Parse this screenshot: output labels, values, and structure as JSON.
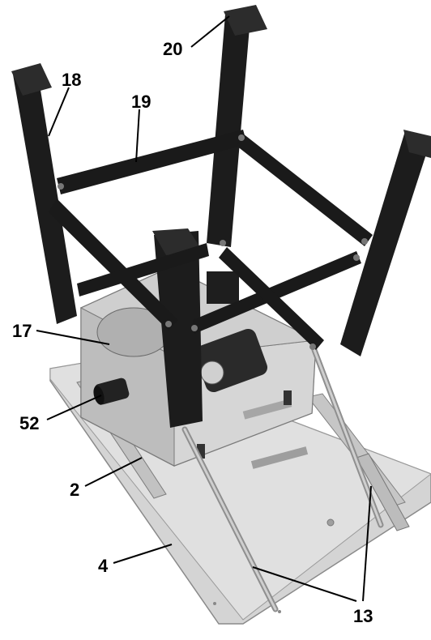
{
  "callouts": {
    "c20": "20",
    "c18": "18",
    "c19": "19",
    "c17": "17",
    "c52": "52",
    "c2": "2",
    "c4": "4",
    "c13": "13"
  },
  "colors": {
    "frame": "#1c1c1c",
    "frame_highlight": "#3a3a3a",
    "metal_light": "#d8d8d8",
    "metal_mid": "#bdbdbd",
    "metal_dark": "#9a9a9a",
    "background": "#ffffff"
  }
}
